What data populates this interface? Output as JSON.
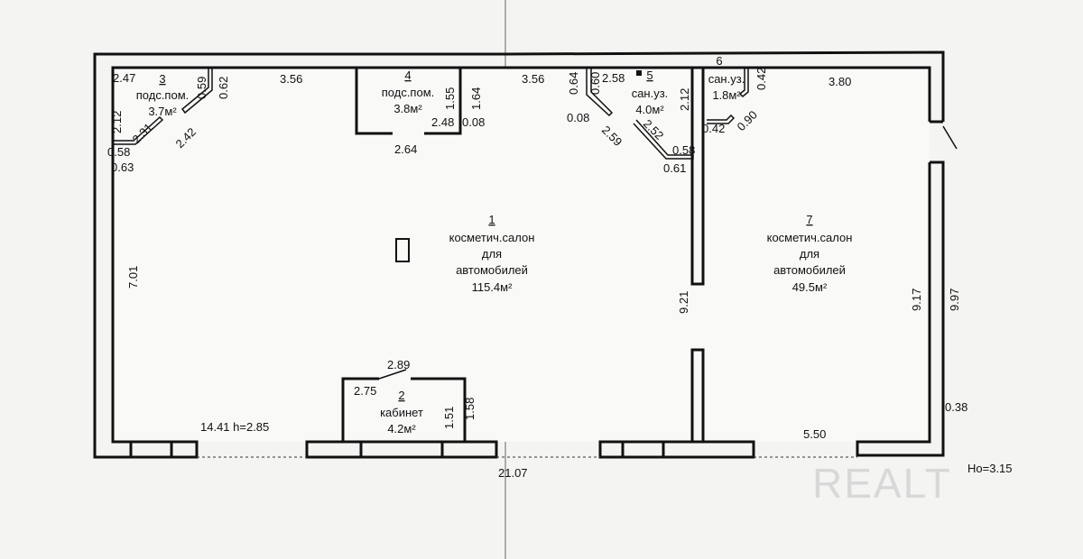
{
  "rooms": [
    {
      "num": "1",
      "name": "косметич.салон",
      "line2": "для",
      "line3": "автомобилей",
      "area": "115.4м²"
    },
    {
      "num": "2",
      "name": "кабинет",
      "area": "4.2м²"
    },
    {
      "num": "3",
      "name": "подс.пом.",
      "area": "3.7м²"
    },
    {
      "num": "4",
      "name": "подс.пом.",
      "area": "3.8м²"
    },
    {
      "num": "5",
      "name": "сан.уз.",
      "area": "4.0м²"
    },
    {
      "num": "6",
      "name": "сан.уз.",
      "area": "1.8м²"
    },
    {
      "num": "7",
      "name": "косметич.салон",
      "line2": "для",
      "line3": "автомобилей",
      "area": "49.5м²"
    }
  ],
  "dimensions": [
    "2.47",
    "0.59",
    "0.62",
    "3.56",
    "2.12",
    "2.31",
    "0.58",
    "0.63",
    "2.42",
    "1.55",
    "1.64",
    "2.48",
    "0.08",
    "2.64",
    "3.56",
    "0.64",
    "0.60",
    "2.58",
    "0.08",
    "2.59",
    "2.52",
    "0.58",
    "0.61",
    "2.12",
    "0.42",
    "0.90",
    "0.42",
    "3.80",
    "7.01",
    "9.21",
    "9.17",
    "9.97",
    "2.89",
    "2.75",
    "1.51",
    "1.58",
    "14.41  h=2.85",
    "5.50",
    "0.38",
    "21.07"
  ],
  "height_note": "Ho=3.15",
  "watermark": "REALT"
}
